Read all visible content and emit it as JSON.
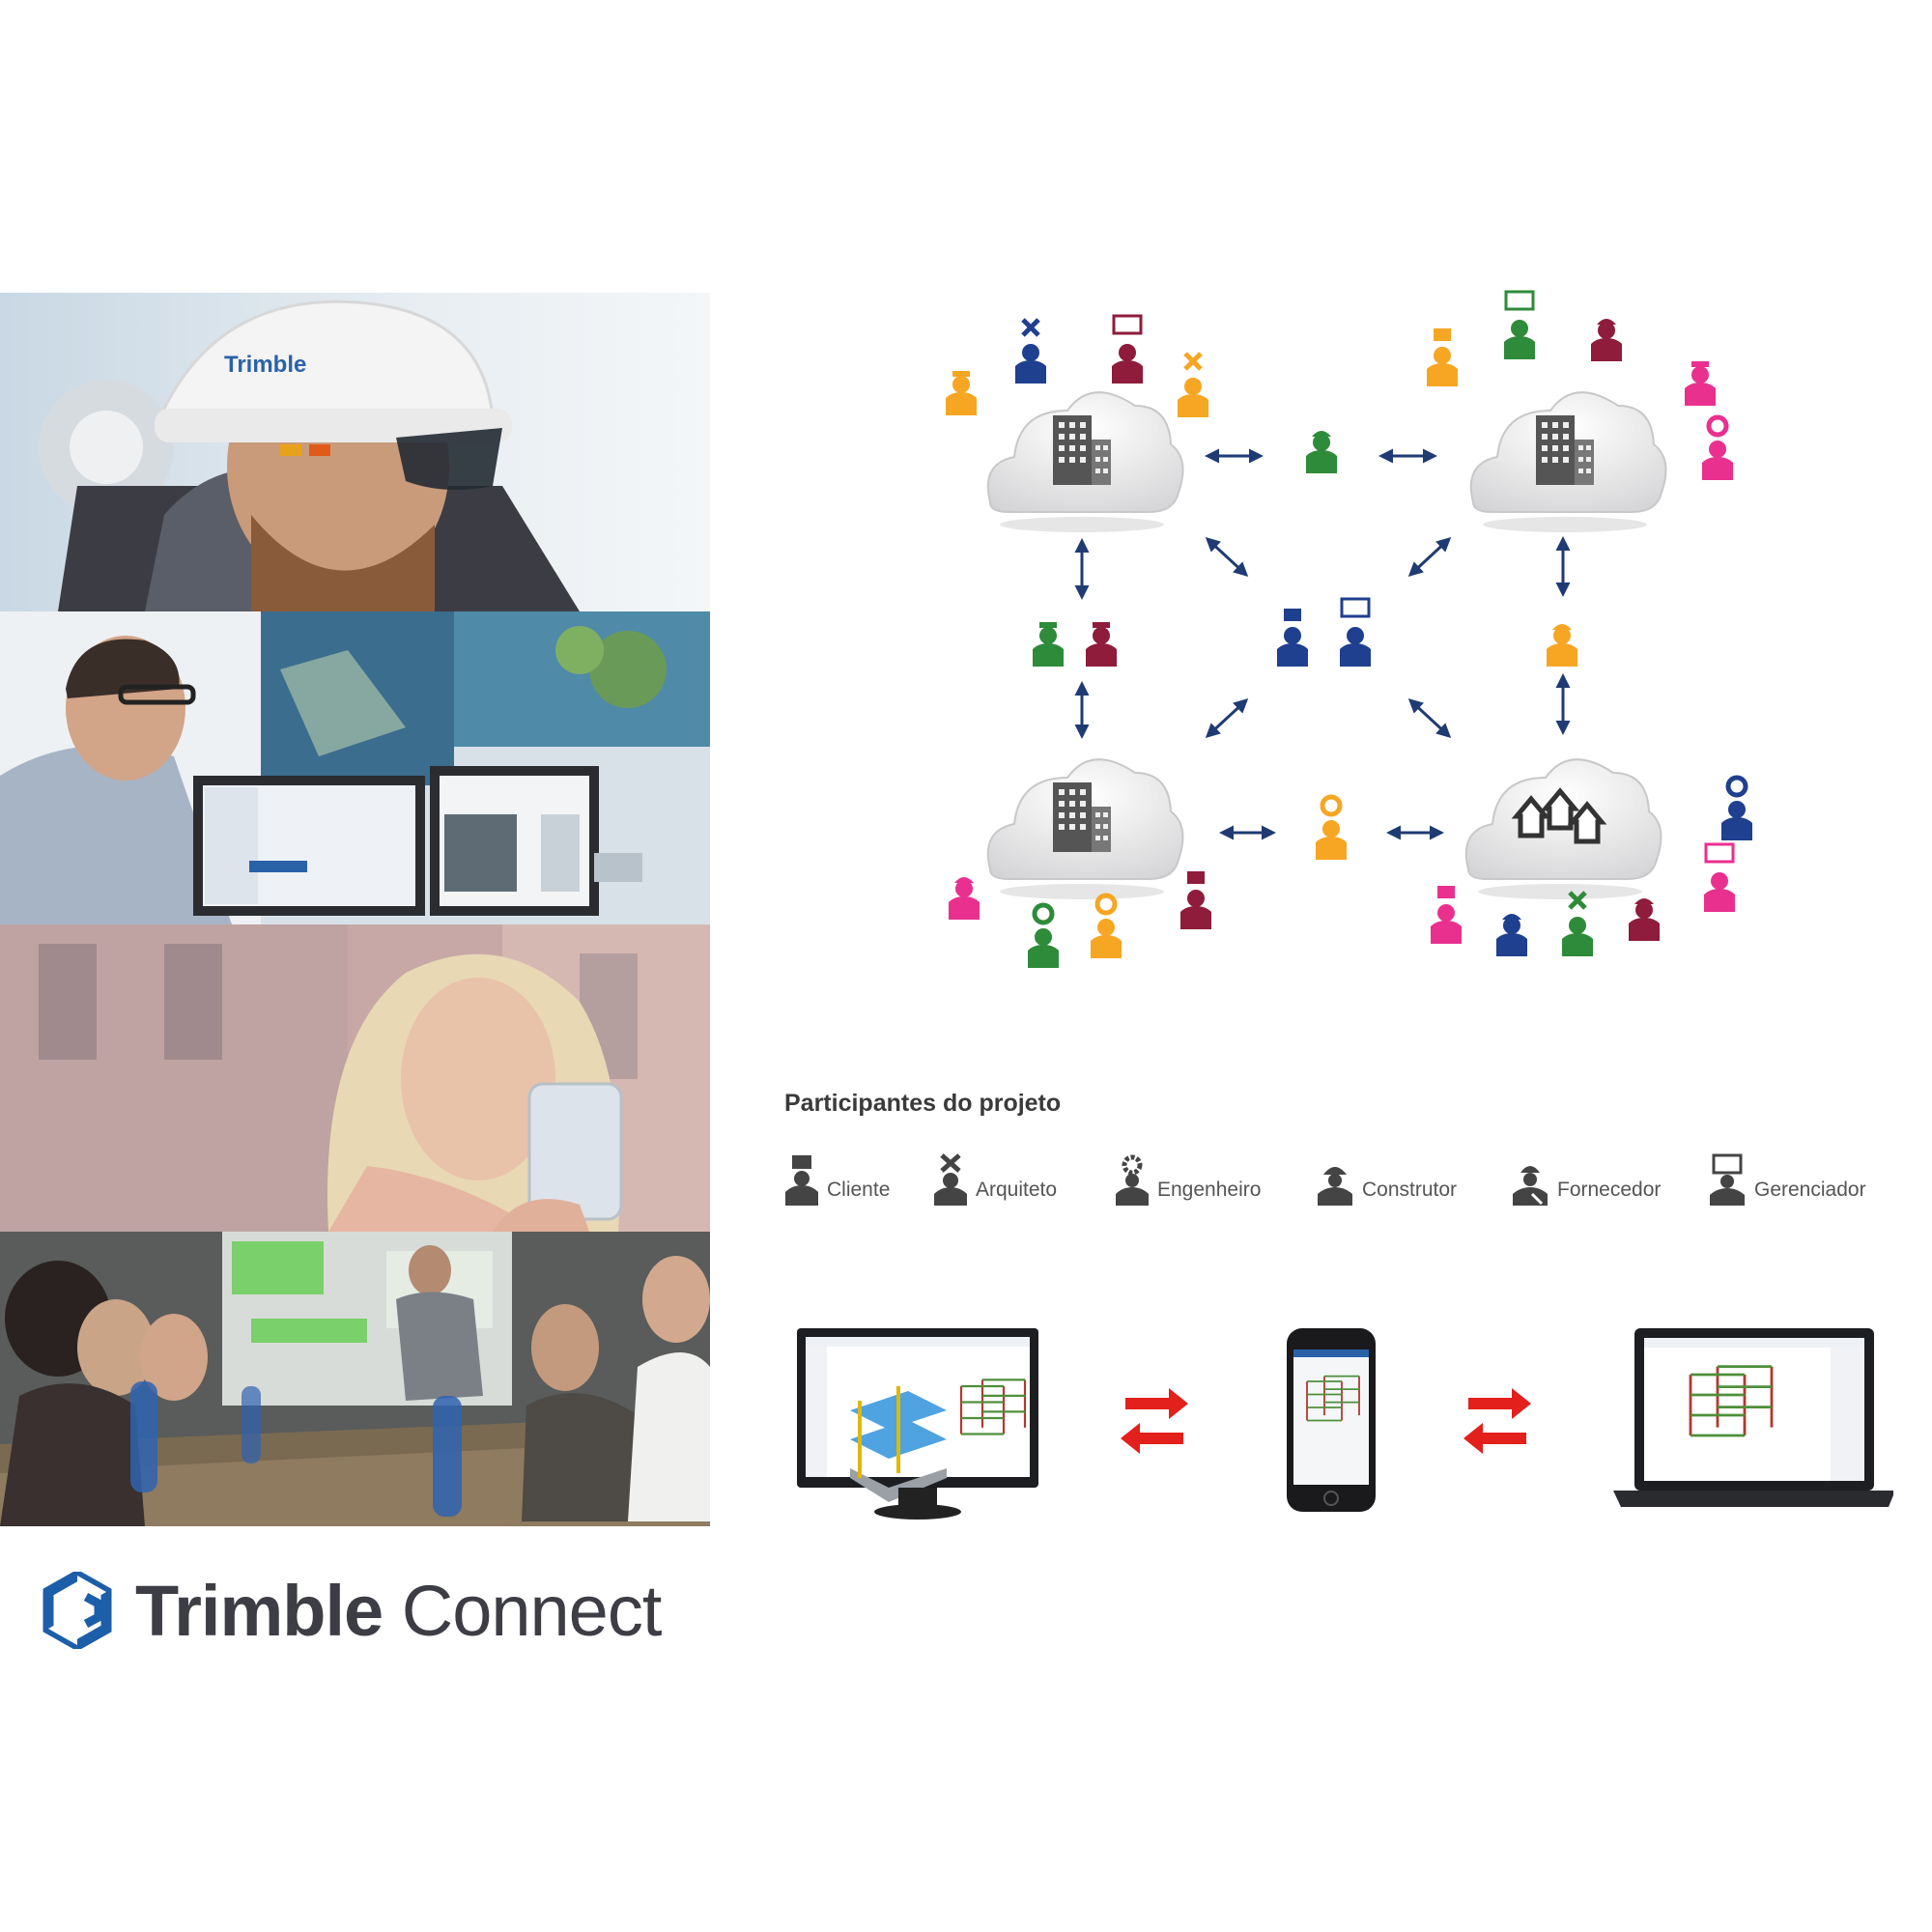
{
  "brand": {
    "name_bold": "Trimble",
    "name_regular": " Connect",
    "logo_icon": "trimble-hexagon-logo",
    "color": "#1c5ea8"
  },
  "photos": [
    {
      "name": "worker-hardhat-hololens-photo",
      "helmet_text": "Trimble"
    },
    {
      "name": "man-at-monitors-photo"
    },
    {
      "name": "woman-with-smartphone-photo"
    },
    {
      "name": "team-meeting-projector-photo"
    }
  ],
  "network": {
    "cloud_icons": [
      "office-building-icon",
      "office-building-icon",
      "office-building-icon",
      "houses-icon"
    ],
    "arrow_color": "#1f3b73"
  },
  "legend": {
    "title": "Participantes do projeto",
    "items": [
      {
        "label": "Cliente",
        "icon": "briefcase-person-icon"
      },
      {
        "label": "Arquiteto",
        "icon": "cross-person-icon"
      },
      {
        "label": "Engenheiro",
        "icon": "gear-person-icon"
      },
      {
        "label": "Construtor",
        "icon": "hardhat-person-icon"
      },
      {
        "label": "Fornecedor",
        "icon": "wrench-person-icon"
      },
      {
        "label": "Gerenciador",
        "icon": "monitor-person-icon"
      }
    ]
  },
  "colors": {
    "blue": "#1f3f8f",
    "red": "#8e1c3a",
    "orange": "#f6a623",
    "green": "#2e8b3a",
    "magenta": "#e9308f",
    "sync_arrows": "#e3201b"
  }
}
